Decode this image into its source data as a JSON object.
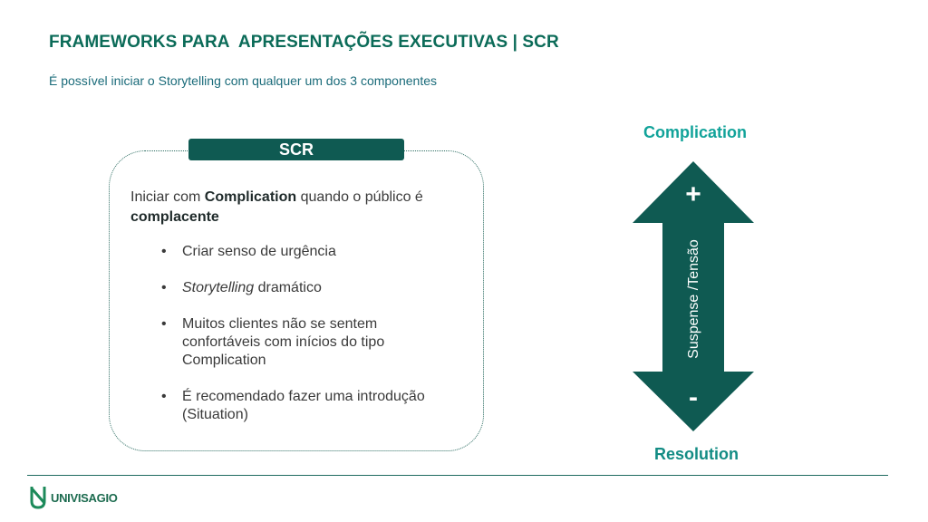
{
  "header": {
    "title": "FRAMEWORKS PARA  APRESENTAÇÕES EXECUTIVAS | SCR",
    "subtitle": "É possível iniciar o Storytelling com qualquer um dos 3 componentes"
  },
  "card": {
    "tab_label": "SCR",
    "intro": {
      "prefix": "Iniciar com ",
      "bold1": "Complication",
      "middle": " quando o público é ",
      "bold2": "complacente"
    },
    "bullets": [
      {
        "italic": "",
        "text": "Criar senso de urgência"
      },
      {
        "italic": "Storytelling",
        "text": " dramático"
      },
      {
        "italic": "",
        "text": "Muitos clientes não se sentem confortáveis com inícios do tipo Complication"
      },
      {
        "italic": "",
        "text": "É recomendado fazer uma introdução (Situation)"
      }
    ]
  },
  "arrow": {
    "top_label": "Complication",
    "bottom_label": "Resolution",
    "plus": "+",
    "minus": "-",
    "axis_label": "Suspense /Tensão",
    "color": "#0f5a52"
  },
  "footer": {
    "logo_text": "UNIVISAGIO",
    "logo_icon": "univisagio-logo-icon"
  }
}
